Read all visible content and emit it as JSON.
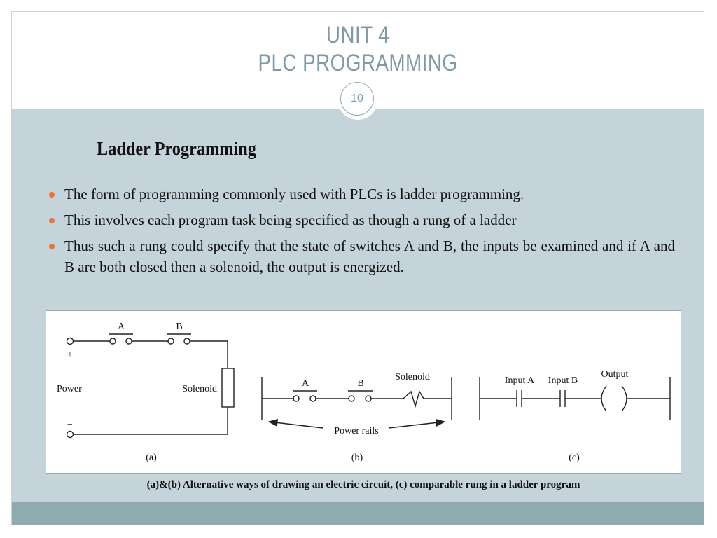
{
  "title": {
    "line1": "UNIT 4",
    "line2": "PLC PROGRAMMING"
  },
  "page_number": "10",
  "heading": "Ladder Programming",
  "bullets": [
    "The form of programming commonly used with PLCs is ladder programming.",
    "This involves each program task being specified as though a rung of a ladder",
    "Thus such a rung could specify that the state of switches A and B, the inputs be examined and if A and B are both closed then a solenoid, the output is energized."
  ],
  "figure": {
    "a": {
      "switch_a": "A",
      "switch_b": "B",
      "plus": "+",
      "minus": "−",
      "power": "Power",
      "solenoid": "Solenoid",
      "label": "(a)"
    },
    "b": {
      "switch_a": "A",
      "switch_b": "B",
      "solenoid": "Solenoid",
      "power_rails": "Power rails",
      "label": "(b)"
    },
    "c": {
      "input_a": "Input A",
      "input_b": "Input B",
      "output": "Output",
      "label": "(c)"
    }
  },
  "caption": "(a)&(b) Alternative ways of drawing an electric circuit, (c) comparable rung in a ladder program",
  "colors": {
    "title": "#7e9aa6",
    "panel": "#c5d3da",
    "footer": "#8eacb0",
    "bullet": "#e8743b"
  }
}
